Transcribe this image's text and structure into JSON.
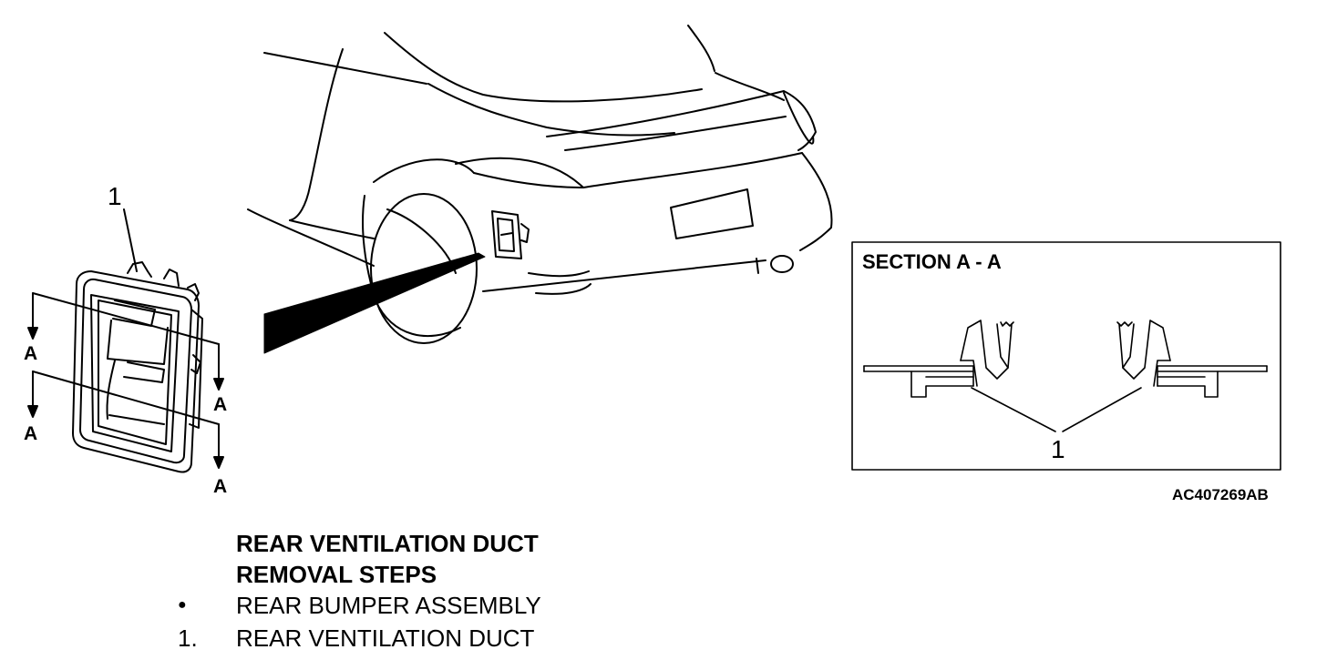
{
  "figure": {
    "callout_duct": "1",
    "callout_section": "1",
    "section_arrow_label": "A",
    "section_title": "SECTION A - A",
    "figure_code": "AC407269AB"
  },
  "procedure": {
    "title_line1": "REAR VENTILATION DUCT",
    "title_line2": "REMOVAL STEPS",
    "steps": [
      {
        "marker": "●",
        "label": "REAR BUMPER ASSEMBLY"
      },
      {
        "marker": "1.",
        "label": "REAR VENTILATION DUCT"
      }
    ]
  }
}
